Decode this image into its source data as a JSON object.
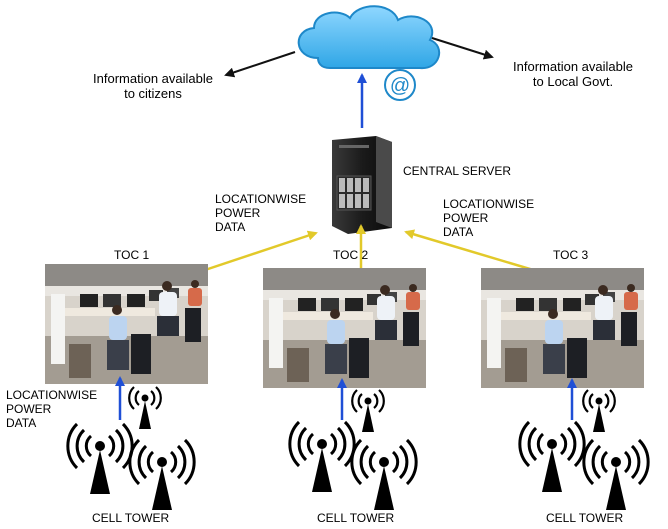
{
  "cloud": {
    "icon": "cloud-icon",
    "badge_icon": "at-sign-icon",
    "color": "#5bbdf0"
  },
  "info_citizens": {
    "lines": [
      "Information available",
      "to citizens"
    ]
  },
  "info_govt": {
    "lines": [
      "Information available",
      "to Local Govt."
    ]
  },
  "server": {
    "label": "CENTRAL SERVER",
    "icon": "server-tower-icon"
  },
  "power_left": {
    "lines": [
      "LOCATIONWISE",
      "POWER",
      "DATA"
    ]
  },
  "power_right": {
    "lines": [
      "LOCATIONWISE",
      "POWER",
      "DATA"
    ]
  },
  "power_bottom": {
    "lines": [
      "LOCATIONWISE",
      "POWER",
      "DATA"
    ]
  },
  "tocs": [
    {
      "label": "TOC 1"
    },
    {
      "label": "TOC 2"
    },
    {
      "label": "TOC 3"
    }
  ],
  "towers": [
    {
      "label": "CELL TOWER",
      "icon": "cell-tower-icon"
    },
    {
      "label": "CELL TOWER",
      "icon": "cell-tower-icon"
    },
    {
      "label": "CELL TOWER",
      "icon": "cell-tower-icon"
    }
  ],
  "colors": {
    "blue_arrow": "#1f4fd6",
    "yellow_arrow": "#e2c92a",
    "black_arrow": "#111111"
  }
}
